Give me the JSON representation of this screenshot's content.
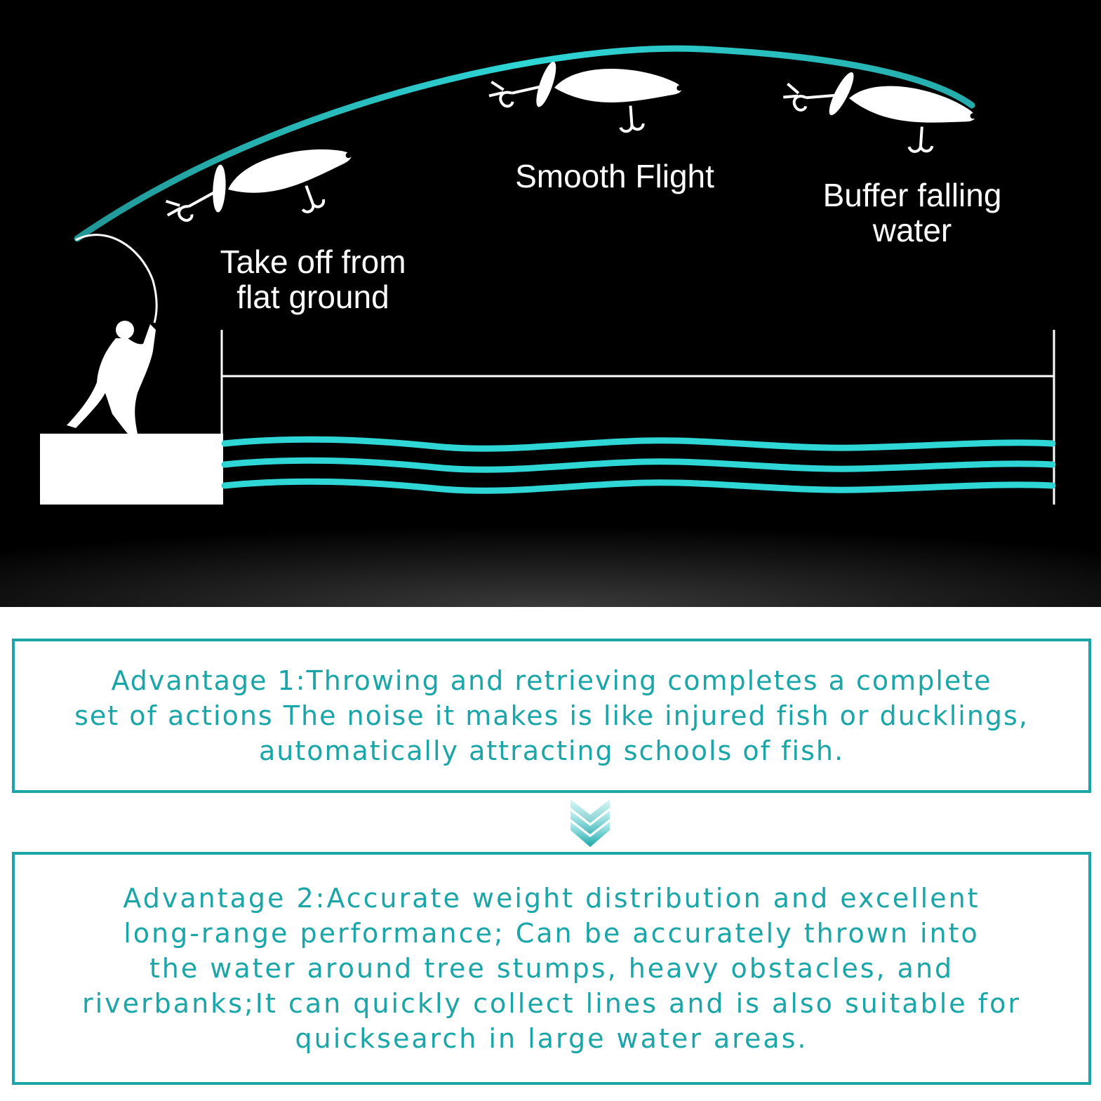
{
  "scene": {
    "labels": {
      "takeoff": [
        "Take off from",
        "flat ground"
      ],
      "flight": [
        "Smooth Flight"
      ],
      "buffer": [
        "Buffer falling",
        "water"
      ]
    },
    "icons": [
      "angler-icon",
      "lure-icon",
      "wave-icon"
    ],
    "colors": {
      "accent": "#2fd6d6",
      "background": "#000000",
      "foreground": "#ffffff"
    }
  },
  "advantages": [
    {
      "lines": [
        "Advantage 1:Throwing and retrieving completes a complete",
        "set of actions The noise it makes is like injured fish or ducklings,",
        "automatically attracting schools of fish."
      ]
    },
    {
      "lines": [
        "Advantage 2:Accurate weight distribution and excellent",
        "long-range performance; Can be accurately thrown into",
        "the water around tree stumps, heavy obstacles, and",
        "riverbanks;It can quickly collect lines and is also suitable for",
        "quicksearch in large water areas."
      ]
    }
  ],
  "connector_icon": "chevron-down-icon",
  "colors": {
    "box_border": "#1aa6a8",
    "box_text": "#1aa6a8"
  }
}
